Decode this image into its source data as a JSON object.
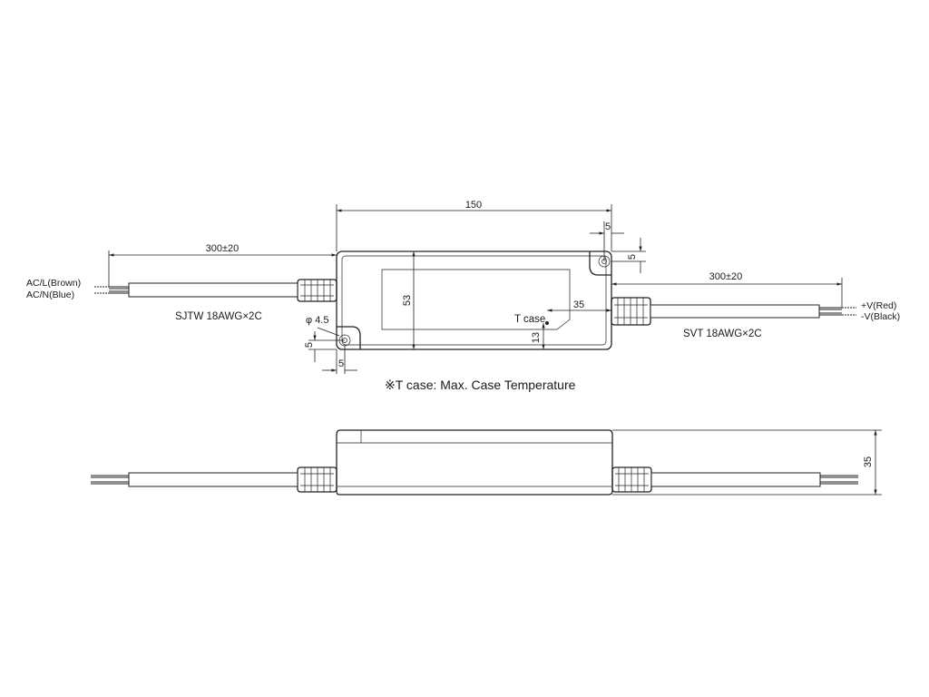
{
  "top_view": {
    "overall_length": "150",
    "input_cable_length": "300±20",
    "output_cable_length": "300±20",
    "input_wire_l": "AC/L(Brown)",
    "input_wire_n": "AC/N(Blue)",
    "output_wire_pos": "+V(Red)",
    "output_wire_neg": "-V(Black)",
    "input_cable_spec": "SJTW 18AWG×2C",
    "output_cable_spec": "SVT 18AWG×2C",
    "height": "53",
    "hole_diameter": "φ 4.5",
    "hole_offset_x_left": "5",
    "hole_offset_y_left": "5",
    "hole_offset_x_right": "5",
    "hole_offset_y_right": "5",
    "tcase_label": "T case",
    "tcase_x": "35",
    "tcase_y": "13"
  },
  "note": "※T case: Max. Case Temperature",
  "side_view": {
    "thickness": "35"
  }
}
